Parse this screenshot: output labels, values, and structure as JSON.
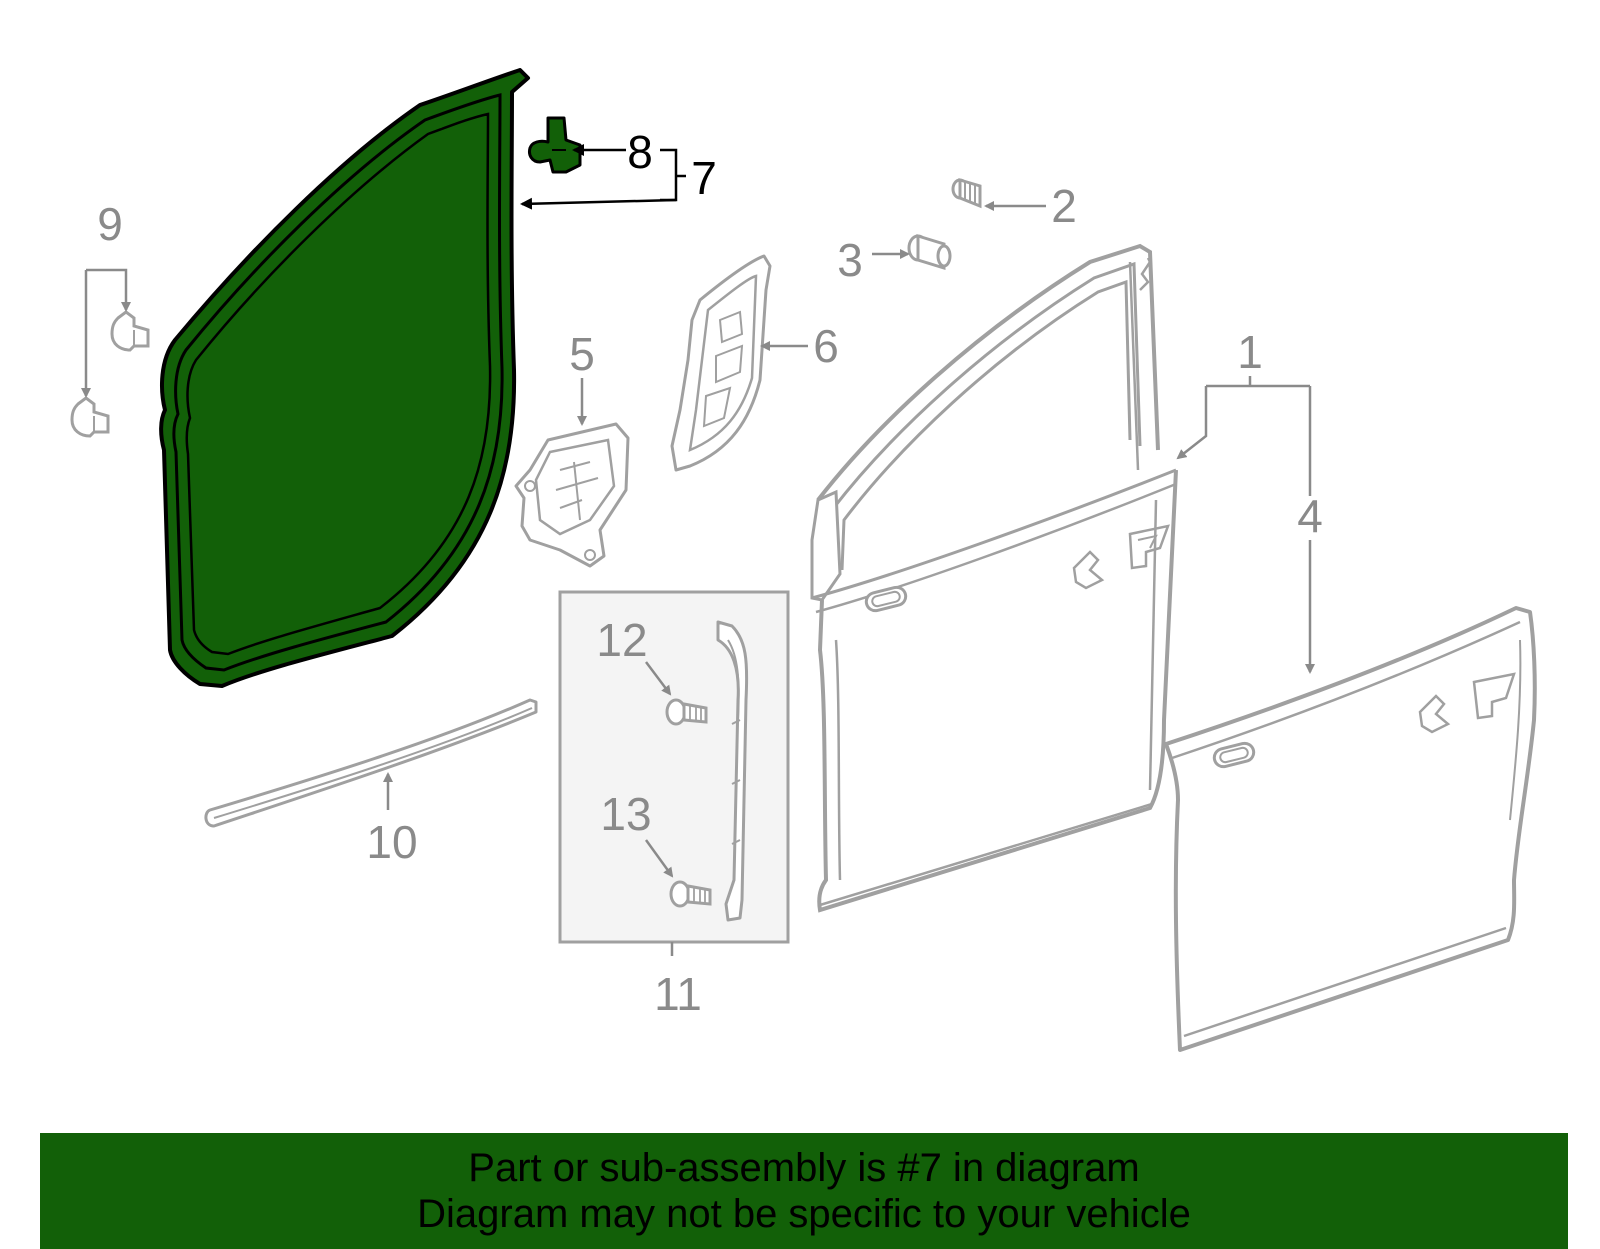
{
  "diagram": {
    "callouts": {
      "c1": "1",
      "c2": "2",
      "c3": "3",
      "c4": "4",
      "c5": "5",
      "c6": "6",
      "c7": "7",
      "c8": "8",
      "c9": "9",
      "c10": "10",
      "c11": "11",
      "c12": "12",
      "c13": "13"
    },
    "highlighted_part": "7"
  },
  "banner": {
    "line1": "Part or sub-assembly is #7 in diagram",
    "line2": "Diagram may not be specific to your vehicle"
  },
  "colors": {
    "highlight_fill": "#126008",
    "banner_bg": "#126008",
    "part_outline": "#a0a0a0",
    "callout_text_grey": "#8a8a8a",
    "callout_text_active": "#000000",
    "inset_bg": "#f4f4f4"
  },
  "icons": {
    "bolt": "bolt-icon",
    "clip": "clip-icon"
  }
}
